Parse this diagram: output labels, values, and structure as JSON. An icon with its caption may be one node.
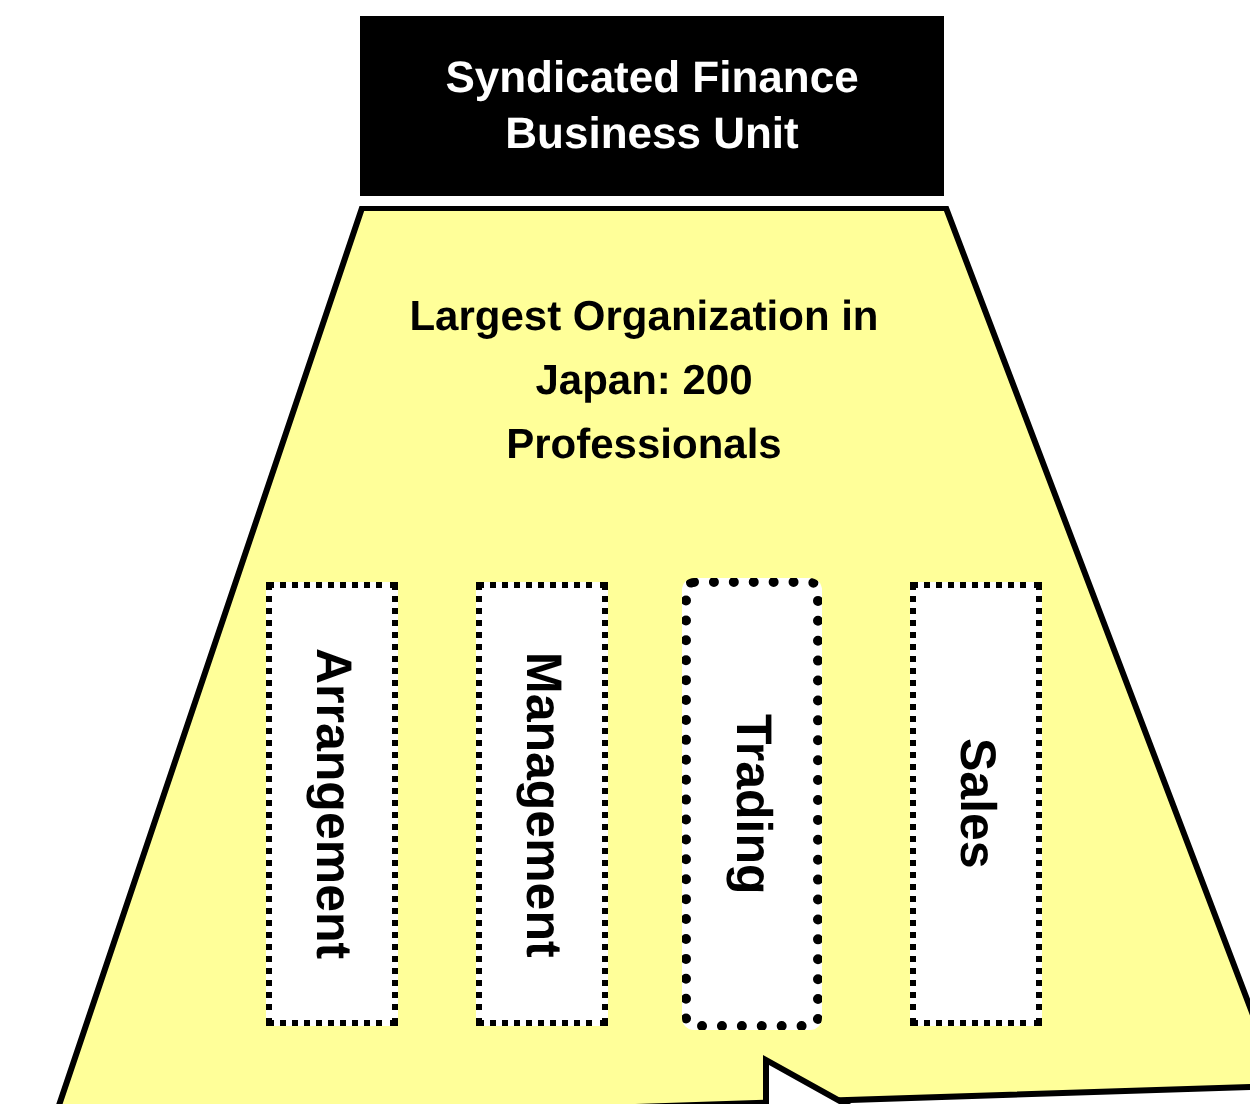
{
  "diagram": {
    "nodes": [
      {
        "text": [
          "Syndicated Finance Business Unit"
        ]
      },
      {
        "text": [
          "Largest Organization in Japan: 200 Professionals"
        ]
      },
      {
        "text": [
          "Arrangement"
        ],
        "in": 1
      },
      {
        "text": [
          "Management"
        ],
        "in": 1
      },
      {
        "text": [
          "Trading"
        ],
        "in": 1
      },
      {
        "text": [
          "Sales"
        ],
        "in": 1
      }
    ]
  }
}
